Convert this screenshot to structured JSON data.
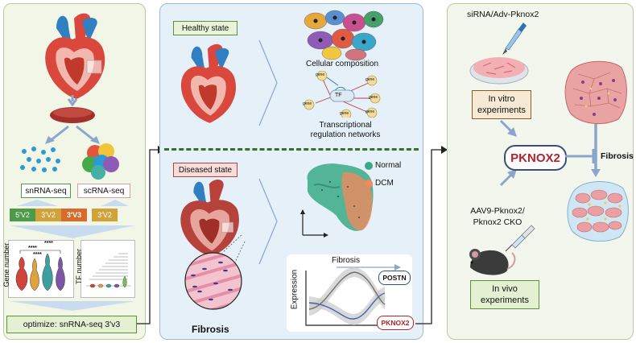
{
  "left_panel": {
    "snrna_label": "snRNA-seq",
    "scrna_label": "scRNA-seq",
    "chem_tags": [
      "5'V2",
      "3'V2",
      "3'V3",
      "3'V2"
    ],
    "chem_colors": [
      "#4c9a4a",
      "#d1a13a",
      "#d86a2c",
      "#d1a13a"
    ],
    "violin_ylabel": "Gene number",
    "sig_marks": [
      "****",
      "****",
      "****"
    ],
    "tf_ylabel": "TF number",
    "optimize_text": "optimize: snRNA-seq 3'v3"
  },
  "middle_panel": {
    "healthy_label": "Healthy state",
    "cellular_composition": "Cellular composition",
    "tf_node": "TF",
    "gene_nodes": [
      "gene",
      "gene",
      "gene",
      "gene",
      "gene",
      "gene"
    ],
    "grn_label_line1": "Transcriptional",
    "grn_label_line2": "regulation networks",
    "diseased_label": "Diseased state",
    "legend": [
      {
        "label": "Normal",
        "color": "#3aaa86"
      },
      {
        "label": "DCM",
        "color": "#f08a5d"
      }
    ],
    "fibrosis_caption": "Fibrosis",
    "expr_arrow_label": "Fibrosis",
    "expr_ylabel": "Expression",
    "postn_label": "POSTN",
    "pknox2_small_label": "PKNOX2"
  },
  "right_panel": {
    "sirna_label": "siRNA/Adv-Pknox2",
    "invitro_line1": "In vitro",
    "invitro_line2": "experiments",
    "pknox2_label": "PKNOX2",
    "fibrosis_label": "Fibrosis",
    "aav_line1": "AAV9-Pknox2/",
    "aav_line2": "Pknox2 CKO",
    "invivo_line1": "In vivo",
    "invivo_line2": "experiments"
  },
  "colors": {
    "accent_red": "#b3232b",
    "green_border": "#5f8f3a",
    "tissue": "#e9a3a3",
    "arrow_blue": "#8aa6cc"
  }
}
